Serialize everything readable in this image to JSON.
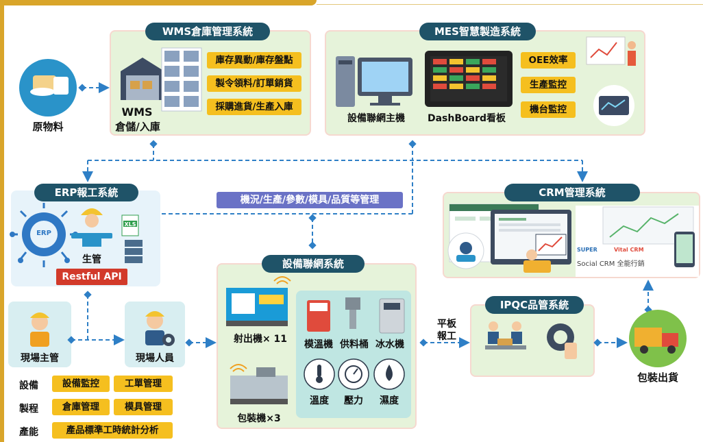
{
  "raw_material": {
    "label": "原物料"
  },
  "wms": {
    "title": "WMS倉庫管理系統",
    "sub_label_line1": "WMS",
    "sub_label_line2": "倉儲/入庫",
    "buttons": [
      "庫存異動/庫存盤點",
      "製令領料/訂單銷貨",
      "採購進貨/生產入庫"
    ]
  },
  "mes": {
    "title": "MES智慧製造系統",
    "host_label": "設備聯網主機",
    "dashboard_label": "DashBoard看板",
    "buttons": [
      "OEE效率",
      "生產監控",
      "機台監控"
    ]
  },
  "erp": {
    "title": "ERP報工系統",
    "erp_badge": "ERP",
    "xls_badge": "XLS",
    "worker_label": "生管",
    "api_label": "Restful API"
  },
  "banner": {
    "label": "機況/生產/參數/模具/品質等管理"
  },
  "crm": {
    "title": "CRM管理系統",
    "brand_left": "SUPER",
    "brand_right": "Vital CRM",
    "tagline": "Social CRM 全能行銷"
  },
  "iot": {
    "title": "設備聯網系統",
    "injection_label": "射出機× 11",
    "packing_label": "包裝機×3",
    "aux_labels": [
      "模溫機",
      "供料桶",
      "冰水機"
    ],
    "sensor_labels": [
      "溫度",
      "壓力",
      "濕度"
    ]
  },
  "tablet": {
    "line1": "平板",
    "line2": "報工"
  },
  "ipqc": {
    "title": "IPQC品管系統"
  },
  "shipping": {
    "label": "包裝出貨"
  },
  "site_manager": {
    "label": "現場主管"
  },
  "site_staff": {
    "label": "現場人員"
  },
  "functions": {
    "rows": [
      {
        "label": "設備",
        "items": [
          "設備監控",
          "工單管理"
        ]
      },
      {
        "label": "製程",
        "items": [
          "倉庫管理",
          "模具管理"
        ]
      },
      {
        "label": "產能",
        "items": [
          "產品標準工時統計分析"
        ]
      }
    ]
  },
  "colors": {
    "pill": "#1f5368",
    "accent": "#f5bf1f",
    "flow": "#2e7fc6",
    "frame": "#d9a52a"
  }
}
